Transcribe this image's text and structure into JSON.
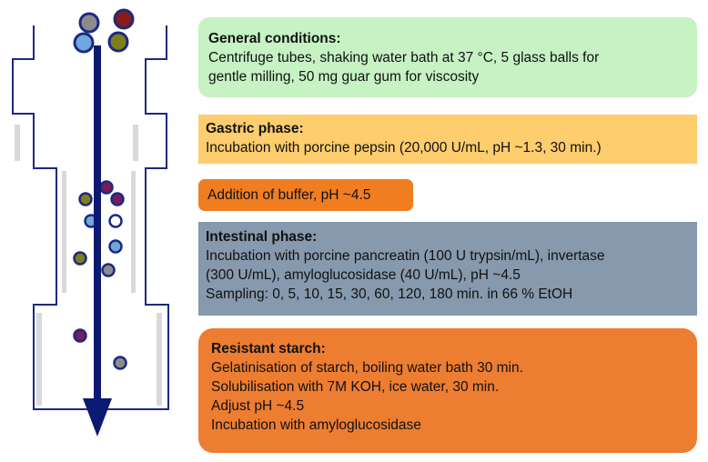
{
  "general": {
    "title": "General conditions:",
    "lines": [
      "Centrifuge tubes, shaking water bath at 37 °C, 5 glass balls for",
      "gentle milling, 50 mg guar gum for viscosity"
    ]
  },
  "gastric": {
    "title": "Gastric phase:",
    "lines": [
      "Incubation with porcine pepsin (20,000 U/mL, pH ~1.3, 30 min.)"
    ]
  },
  "buffer": {
    "label": "Addition of buffer, pH ~4.5"
  },
  "intestinal": {
    "title": "Intestinal phase:",
    "lines": [
      "Incubation with porcine pancreatin (100 U trypsin/mL), invertase",
      "(300 U/mL), amyloglucosidase (40 U/mL), pH ~4.5",
      "Sampling: 0, 5, 10, 15, 30, 60, 120, 180 min. in 66 % EtOH"
    ]
  },
  "resistant": {
    "title": "Resistant starch:",
    "lines": [
      "Gelatinisation of starch, boiling water bath 30 min.",
      "Solubilisation with 7M KOH, ice water, 30 min.",
      "Adjust pH ~4.5",
      "Incubation with amyloglucosidase"
    ]
  },
  "colors": {
    "general": "#c6f2c4",
    "gastric": "#fdcd6e",
    "buffer": "#f07d20",
    "intestinal": "#8699ad",
    "resistant": "#ed7d31",
    "arrow": "#0d1a73",
    "tube_outline": "#1c2a80",
    "tube_shading": "#d9d9d9"
  }
}
